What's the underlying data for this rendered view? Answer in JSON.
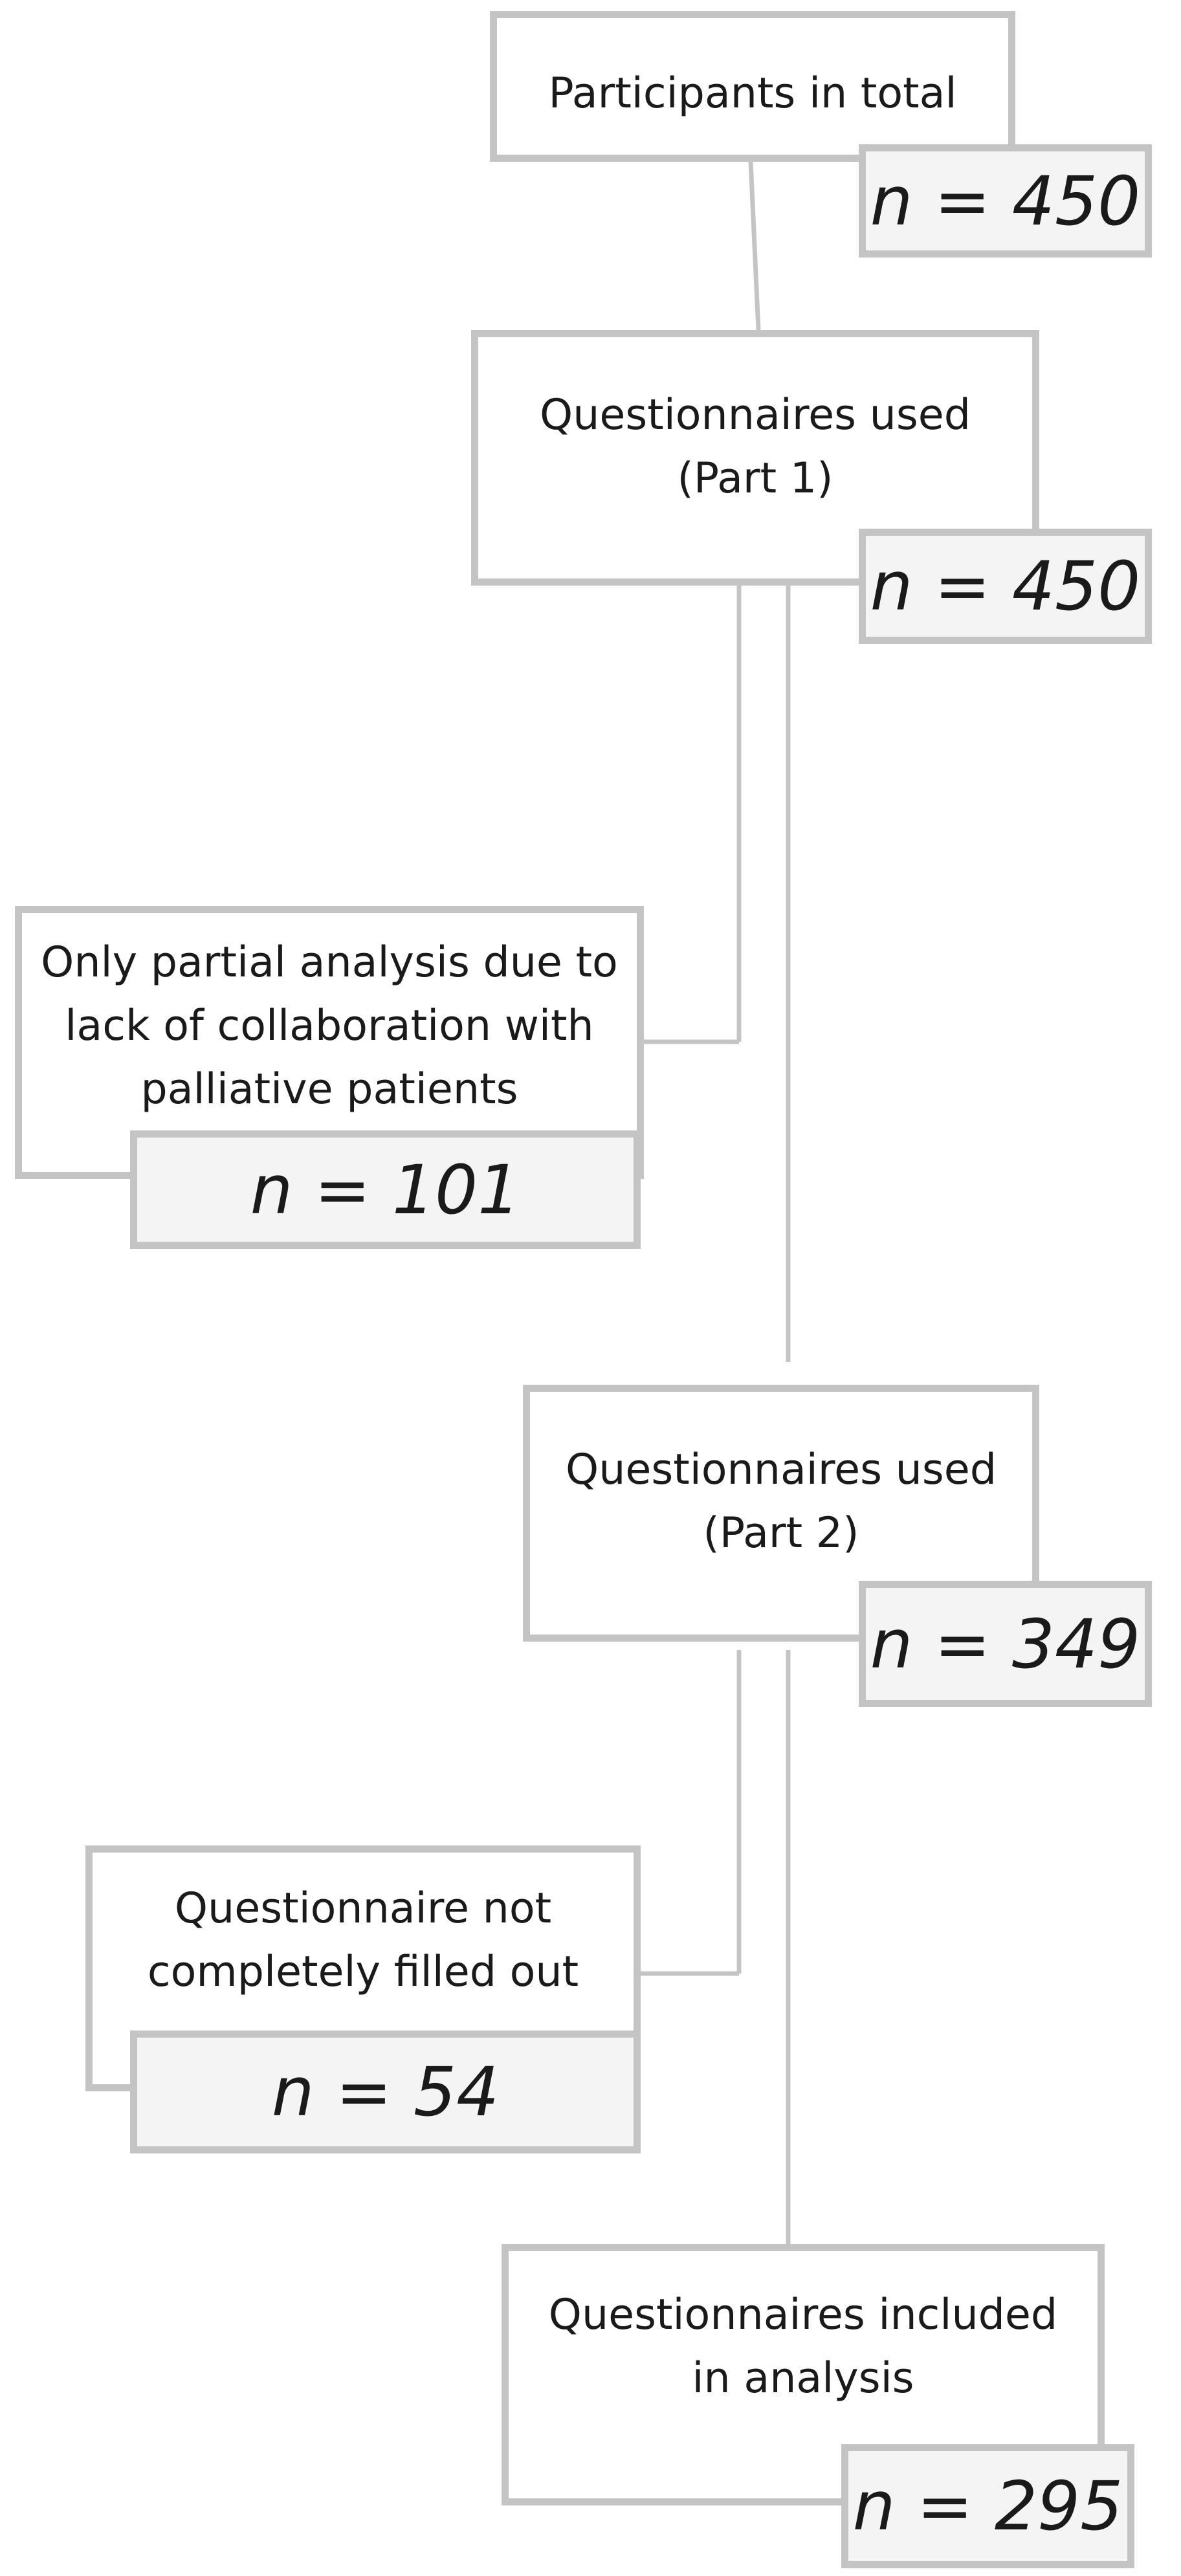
{
  "flowchart": {
    "participants": {
      "label": "Participants in total",
      "count": "n = 450"
    },
    "part1": {
      "label": "Questionnaires used\n(Part 1)",
      "count": "n = 450"
    },
    "excluded_partial": {
      "label": "Only partial analysis due to\nlack of collaboration with\npalliative patients",
      "count": "n = 101"
    },
    "part2": {
      "label": "Questionnaires used\n(Part 2)",
      "count": "n = 349"
    },
    "excluded_incomplete": {
      "label": "Questionnaire not\ncompletely filled out",
      "count": "n = 54"
    },
    "included": {
      "label": "Questionnaires included\nin analysis",
      "count": "n = 295"
    }
  }
}
